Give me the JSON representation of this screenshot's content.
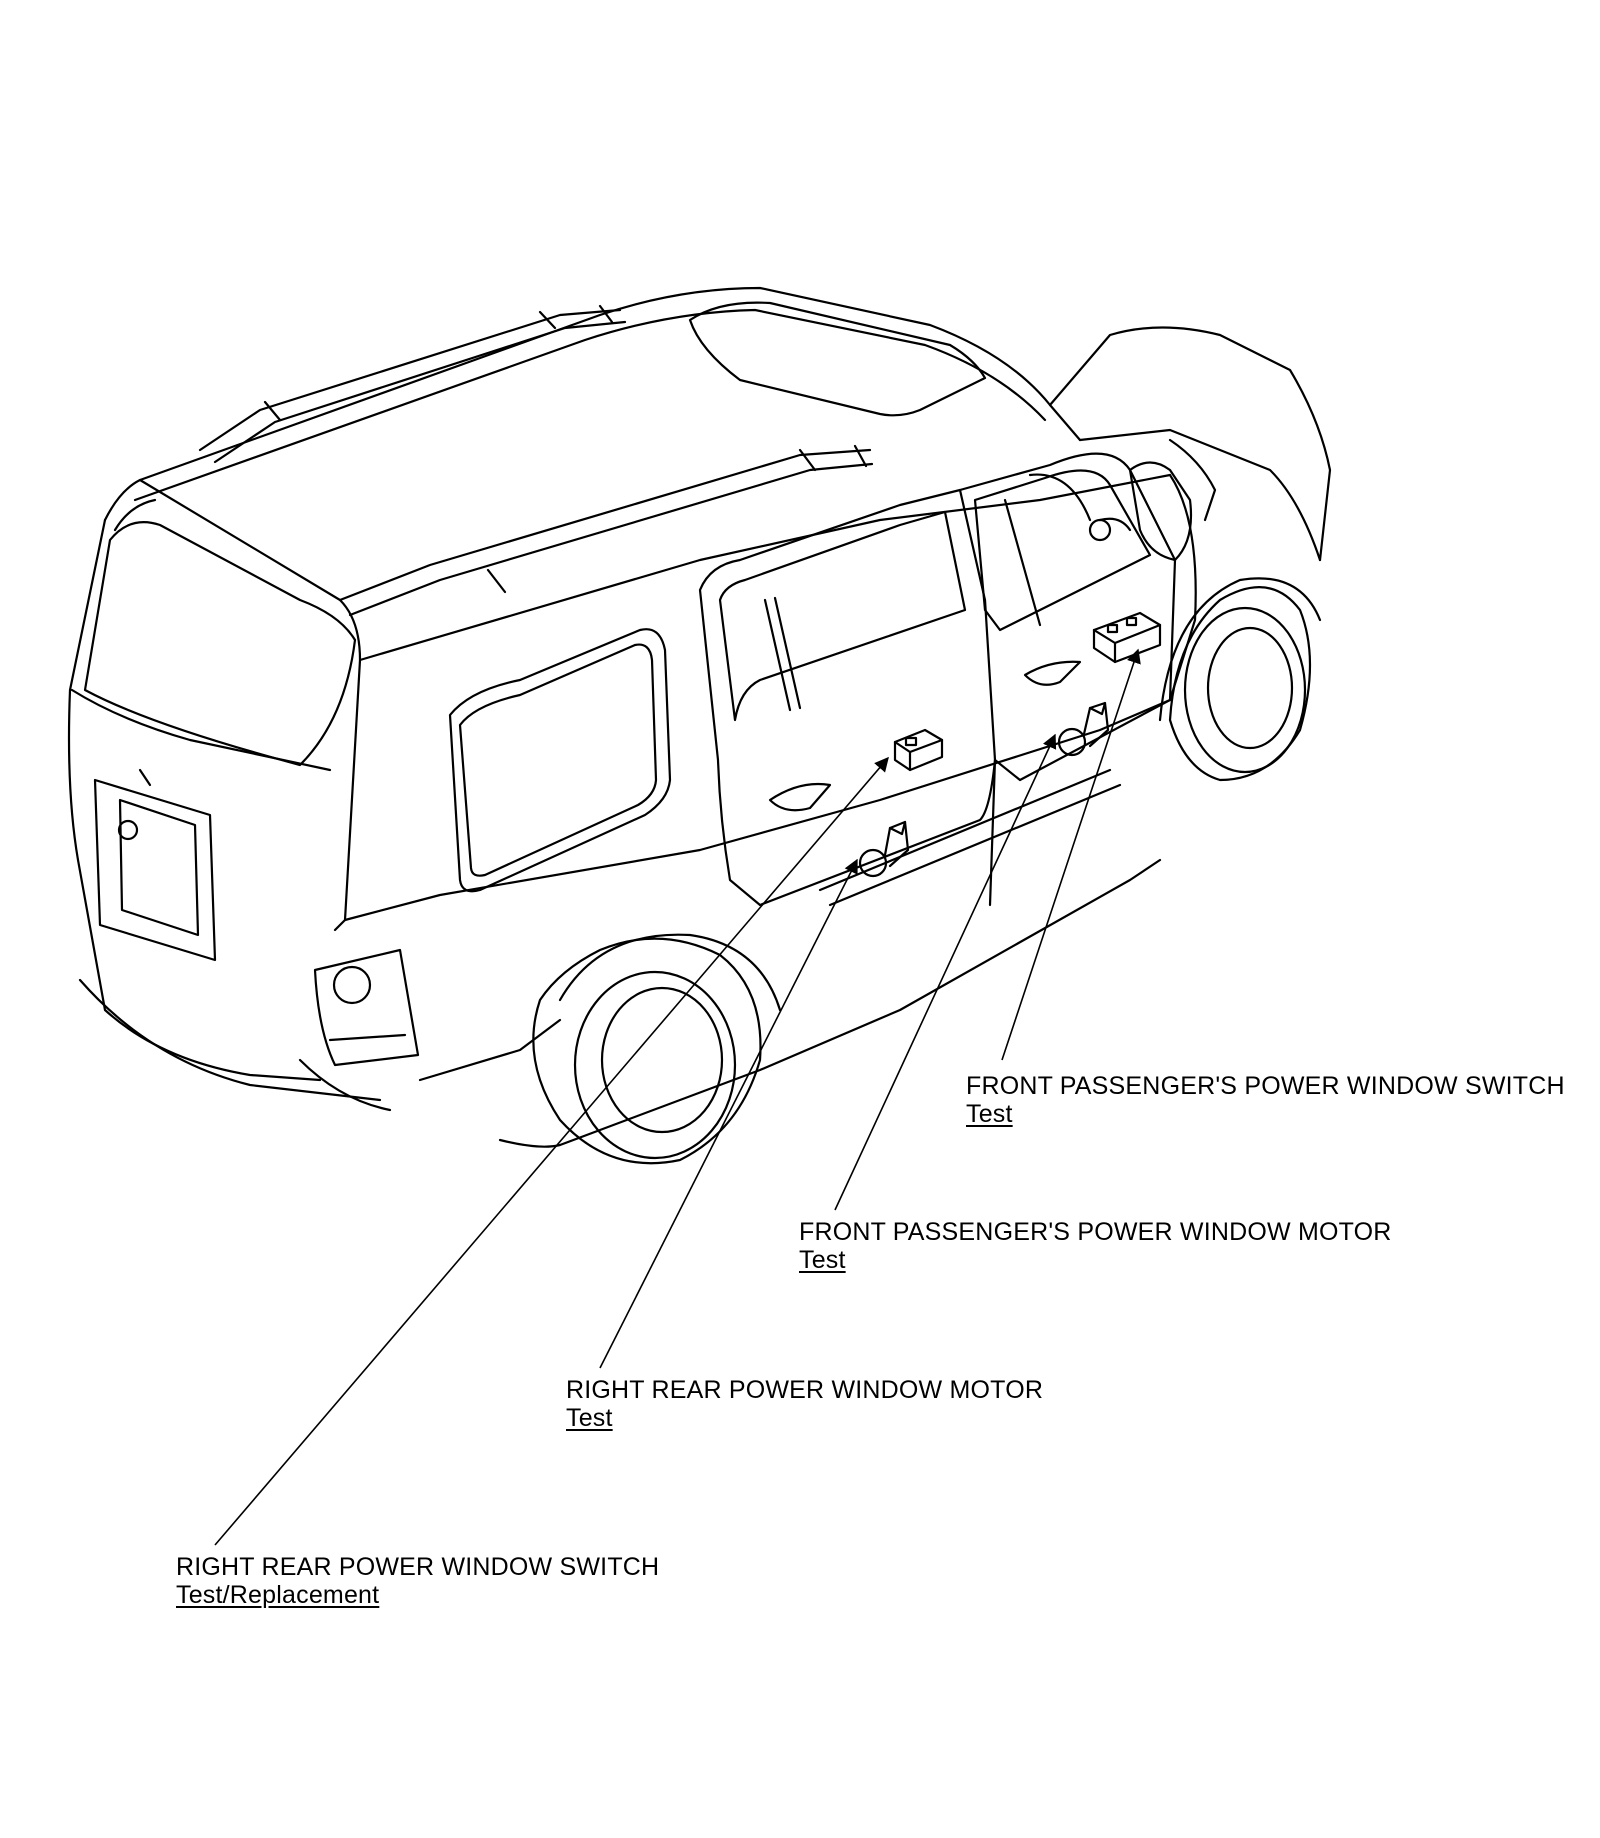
{
  "callouts": {
    "front_passenger_switch": {
      "title": "FRONT PASSENGER'S POWER WINDOW SWITCH",
      "link": "Test"
    },
    "front_passenger_motor": {
      "title": "FRONT PASSENGER'S POWER WINDOW MOTOR",
      "link": "Test"
    },
    "right_rear_motor": {
      "title": "RIGHT REAR POWER WINDOW MOTOR",
      "link": "Test"
    },
    "right_rear_switch": {
      "title": "RIGHT REAR POWER WINDOW SWITCH",
      "link": "Test/Replacement"
    }
  },
  "colors": {
    "line": "#000000",
    "background": "#ffffff"
  }
}
